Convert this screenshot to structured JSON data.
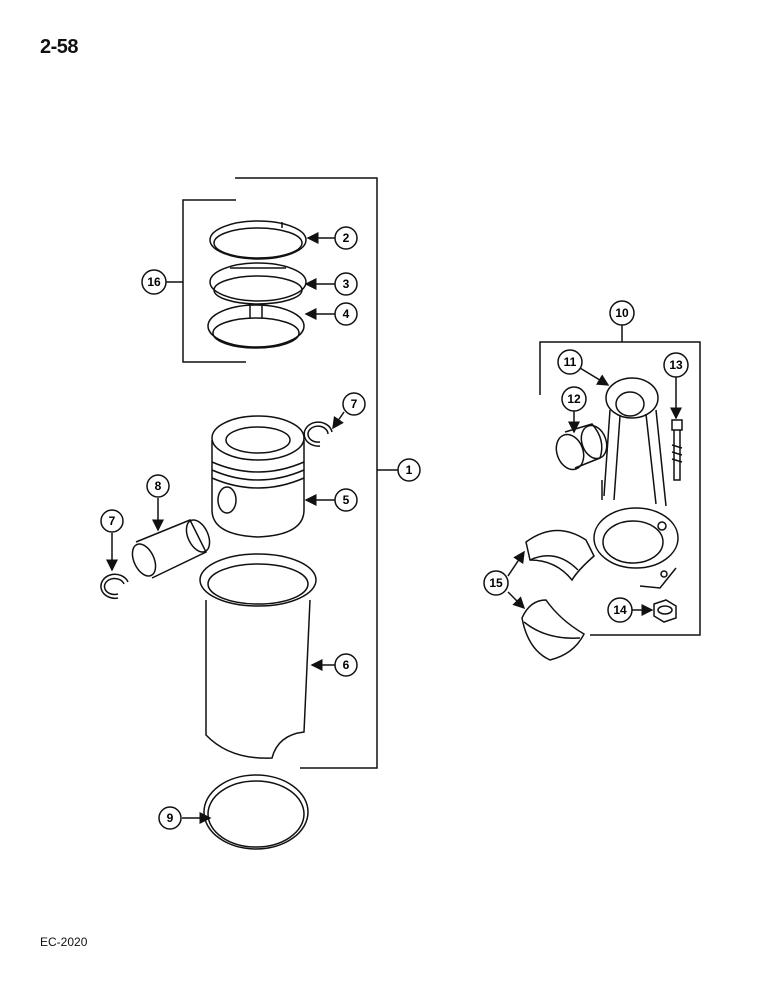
{
  "page_number": "2-58",
  "document_code": "EC-2020",
  "callouts": [
    {
      "label": "1"
    },
    {
      "label": "2"
    },
    {
      "label": "3"
    },
    {
      "label": "4"
    },
    {
      "label": "5"
    },
    {
      "label": "6"
    },
    {
      "label": "7"
    },
    {
      "label": "7"
    },
    {
      "label": "8"
    },
    {
      "label": "9"
    },
    {
      "label": "10"
    },
    {
      "label": "11"
    },
    {
      "label": "12"
    },
    {
      "label": "13"
    },
    {
      "label": "14"
    },
    {
      "label": "15"
    },
    {
      "label": "16"
    }
  ]
}
